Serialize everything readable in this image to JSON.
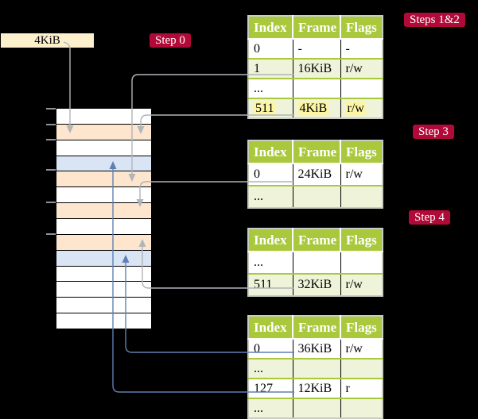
{
  "colors": {
    "bg": "#000000",
    "badge_red": "#b20a38",
    "badge_text": "#ffffff",
    "header_green": "#a9c83c",
    "row_green": "#eef3d9",
    "row_white": "#ffffff",
    "cream": "#fdf0cd",
    "peach": "#fde5ce",
    "lightblue": "#d9e5f4",
    "highlight_yellow": "#fcf6a4",
    "gray_line": "#b0b5ba",
    "blue_line": "#5f80b2",
    "table_border": "#c8cdc4",
    "text_black": "#000000"
  },
  "frame_label": "4KiB",
  "badges": {
    "step0": "Step 0",
    "steps12": "Steps 1&2",
    "step3": "Step 3",
    "step4": "Step 4"
  },
  "table_headers": [
    "Index",
    "Frame",
    "Flags"
  ],
  "tables": [
    {
      "name": "table-steps-1-2",
      "rows": [
        [
          "0",
          "-",
          "-"
        ],
        [
          "1",
          "16KiB",
          "r/w"
        ],
        [
          "...",
          "",
          ""
        ],
        [
          "511",
          "4KiB",
          "r/w"
        ]
      ]
    },
    {
      "name": "table-step-3",
      "rows": [
        [
          "0",
          "24KiB",
          "r/w"
        ],
        [
          "...",
          "",
          ""
        ]
      ]
    },
    {
      "name": "table-step-4",
      "rows": [
        [
          "...",
          "",
          ""
        ],
        [
          "511",
          "32KiB",
          "r/w"
        ]
      ]
    },
    {
      "name": "table-final",
      "rows": [
        [
          "0",
          "36KiB",
          "r/w"
        ],
        [
          "...",
          "",
          ""
        ],
        [
          "127",
          "12KiB",
          "r"
        ],
        [
          "...",
          "",
          ""
        ]
      ]
    }
  ],
  "memory": {
    "rows": [
      "white",
      "peach",
      "white",
      "blue",
      "peach",
      "white",
      "peach",
      "white",
      "peach",
      "blue",
      "white",
      "white",
      "white",
      "white"
    ]
  }
}
